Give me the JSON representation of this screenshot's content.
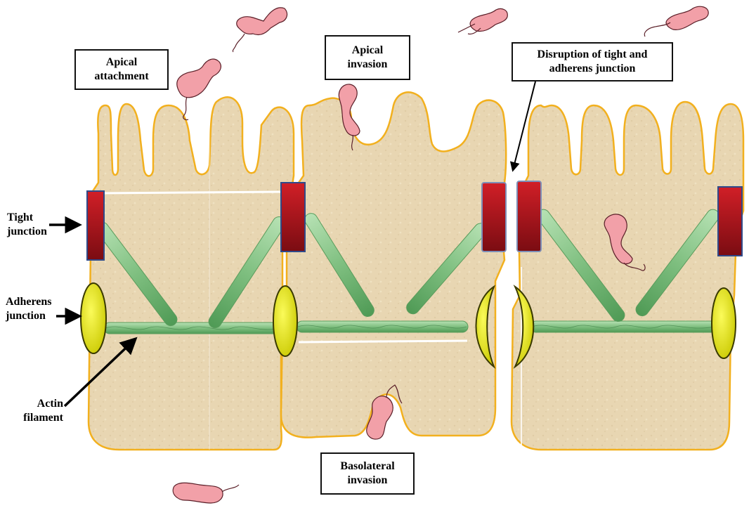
{
  "labels": {
    "apical_attachment": "Apical attachment",
    "apical_invasion": "Apical invasion",
    "disruption": "Disruption of tight and adherens junction",
    "basolateral_invasion": "Basolateral invasion",
    "tight_junction": "Tight junction",
    "adherens_junction": "Adherens junction",
    "actin_filament": "Actin filament"
  },
  "colors": {
    "cell_fill": "#e9d8b4",
    "cell_outline": "#f2b01e",
    "tight_junction": "#b3161c",
    "tight_junction_border": "#2f4a8a",
    "adherens_junction": "#e8e60c",
    "actin": "#8cc98c",
    "bacteria": "#f2a0a8"
  },
  "icons": [
    "bacterium-icon",
    "arrow-icon"
  ]
}
